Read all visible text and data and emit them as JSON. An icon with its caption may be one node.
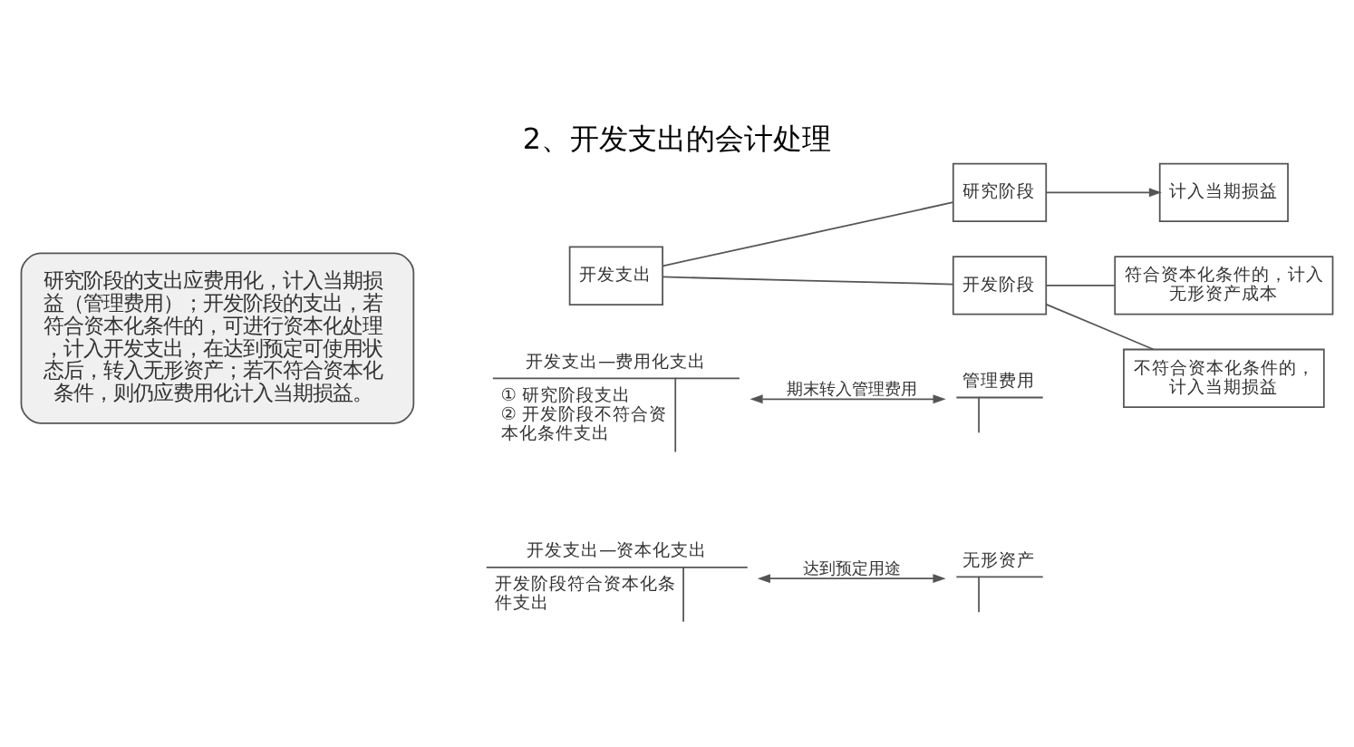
{
  "diagram": {
    "title": "2、开发支出的会计处理",
    "nodes": [
      {
        "text": [
          "研究阶段的支出应费用化，计入当期损益（管理费用）；开发阶段的支出，若符合资本化条件的，可进行资本化处理，计入开发支出，在达到预定可使用状态后，转入无形资产；若不符合资本化条件，则仍应费用化计入当期损益。"
        ]
      },
      {
        "text": [
          "开发支出"
        ]
      },
      {
        "text": [
          "研究阶段"
        ]
      },
      {
        "text": [
          "计入当期损益"
        ]
      },
      {
        "text": [
          "开发阶段"
        ]
      },
      {
        "text": [
          "符合资本化条件的，计入无形资产成本"
        ]
      },
      {
        "text": [
          "不符合资本化条件的，计入当期损益"
        ]
      },
      {
        "text": [
          "开发支出—费用化支出",
          "① 研究阶段支出",
          "② 开发阶段不符合资本化条件支出"
        ]
      },
      {
        "text": [
          "管理费用"
        ]
      },
      {
        "text": [
          "开发支出—资本化支出",
          "开发阶段符合资本化条件支出"
        ]
      },
      {
        "text": [
          "无形资产"
        ]
      }
    ],
    "edges": [
      {
        "from": 1,
        "to": 2,
        "arrow": "none"
      },
      {
        "from": 1,
        "to": 4,
        "arrow": "none"
      },
      {
        "from": 2,
        "to": 3,
        "arrow": "to"
      },
      {
        "from": 4,
        "to": 5,
        "arrow": "none"
      },
      {
        "from": 4,
        "to": 6,
        "arrow": "none"
      },
      {
        "from": 7,
        "to": 8,
        "arrow": "both",
        "label": "期末转入管理费用"
      },
      {
        "from": 9,
        "to": 10,
        "arrow": "both",
        "label": "达到预定用途"
      }
    ]
  }
}
